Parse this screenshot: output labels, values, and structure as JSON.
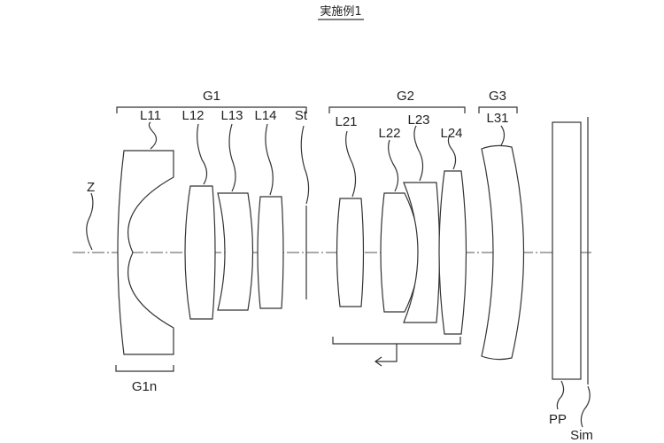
{
  "title": "実施例1",
  "labels": {
    "axis": "Z",
    "group1": "G1",
    "group2": "G2",
    "group3": "G3",
    "l11": "L11",
    "l12": "L12",
    "l13": "L13",
    "l14": "L14",
    "stop": "St",
    "l21": "L21",
    "l22": "L22",
    "l23": "L23",
    "l24": "L24",
    "l31": "L31",
    "subgroup": "G1n",
    "plate": "PP",
    "image_plane": "Sim"
  }
}
